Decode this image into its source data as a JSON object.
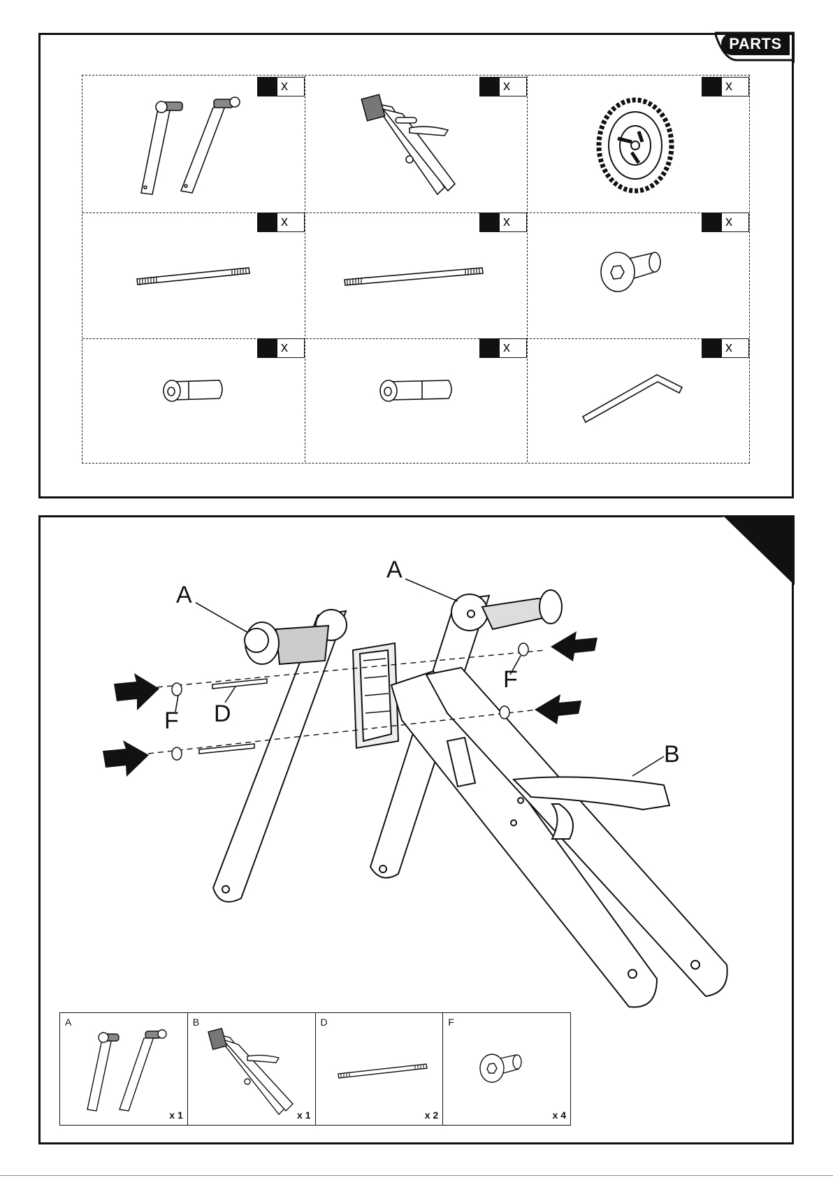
{
  "parts_section": {
    "tab_label": "PARTS",
    "qty_marker": "x"
  },
  "step_section": {
    "callouts": {
      "a_left": "A",
      "a_right": "A",
      "b": "B",
      "d": "D",
      "f_left": "F",
      "f_right": "F"
    }
  },
  "legend": {
    "items": [
      {
        "letter": "A",
        "qty": "x 1"
      },
      {
        "letter": "B",
        "qty": "x 1"
      },
      {
        "letter": "D",
        "qty": "x 2"
      },
      {
        "letter": "F",
        "qty": "x 4"
      }
    ]
  }
}
